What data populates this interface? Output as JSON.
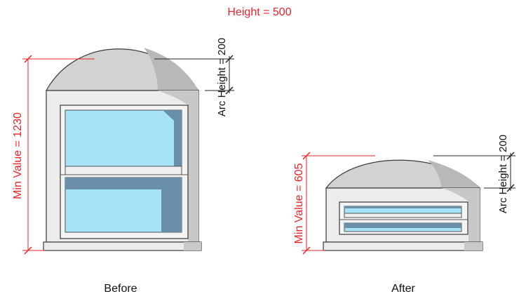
{
  "diagram": {
    "height_param": "Height = 500",
    "before": {
      "min_value_label": "Min Value = 1230",
      "arc_height_label": "Arc Height = 200",
      "caption": "Before"
    },
    "after": {
      "min_value_label": "Min Value = 605",
      "arc_height_label": "Arc Height = 200",
      "caption": "After"
    },
    "colors": {
      "dimension_red": "#e8232a",
      "frame_light": "#ececec",
      "frame_shadow": "#c4c4c4",
      "glass": "#a6e2f8",
      "glass_shadow": "#6a8fa8"
    }
  }
}
